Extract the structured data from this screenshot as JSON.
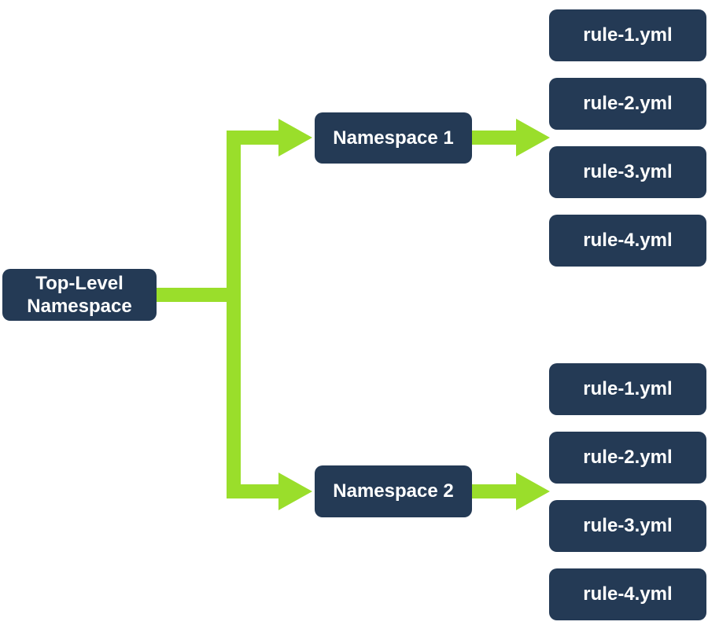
{
  "diagram": {
    "type": "tree",
    "description": "Top-level namespace fanning out to two namespaces, each containing four rule YAML files",
    "colors": {
      "background": "#ffffff",
      "node": "#243a55",
      "arrow": "#9ade2b",
      "text": "#ffffff"
    },
    "root": {
      "label": "Top-Level Namespace"
    },
    "namespaces": [
      {
        "label": "Namespace 1",
        "rules": [
          "rule-1.yml",
          "rule-2.yml",
          "rule-3.yml",
          "rule-4.yml"
        ]
      },
      {
        "label": "Namespace 2",
        "rules": [
          "rule-1.yml",
          "rule-2.yml",
          "rule-3.yml",
          "rule-4.yml"
        ]
      }
    ]
  }
}
